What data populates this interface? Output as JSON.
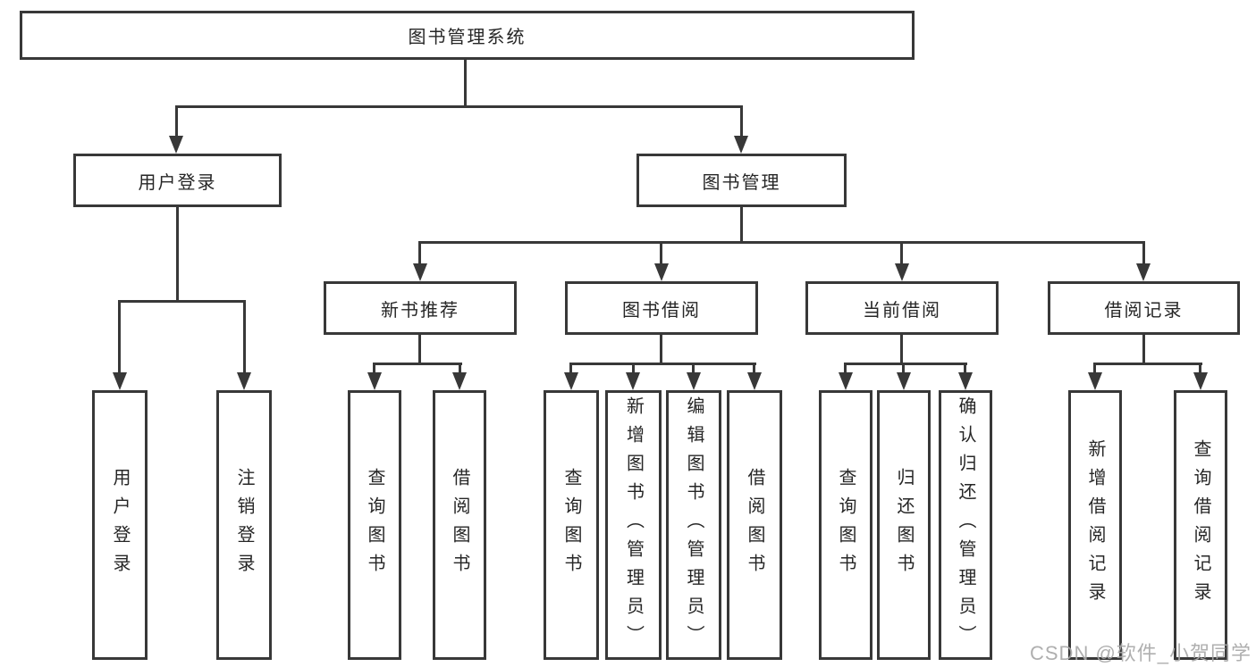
{
  "tree": {
    "label": "图书管理系统",
    "children": [
      {
        "label": "用户登录",
        "children": [
          {
            "label": "用户登录"
          },
          {
            "label": "注销登录"
          }
        ]
      },
      {
        "label": "图书管理",
        "children": [
          {
            "label": "新书推荐",
            "children": [
              {
                "label": "查询图书"
              },
              {
                "label": "借阅图书"
              }
            ]
          },
          {
            "label": "图书借阅",
            "children": [
              {
                "label": "查询图书"
              },
              {
                "label": "新增图书（管理员）"
              },
              {
                "label": "编辑图书（管理员）"
              },
              {
                "label": "借阅图书"
              }
            ]
          },
          {
            "label": "当前借阅",
            "children": [
              {
                "label": "查询图书"
              },
              {
                "label": "归还图书"
              },
              {
                "label": "确认归还（管理员）"
              }
            ]
          },
          {
            "label": "借阅记录",
            "children": [
              {
                "label": "新增借阅记录"
              },
              {
                "label": "查询借阅记录"
              }
            ]
          }
        ]
      }
    ]
  },
  "watermark": "CSDN @软件_小贺同学",
  "colors": {
    "line": "#383838",
    "text": "#262626",
    "watermark": "#a8a8a8",
    "background": "#ffffff"
  }
}
